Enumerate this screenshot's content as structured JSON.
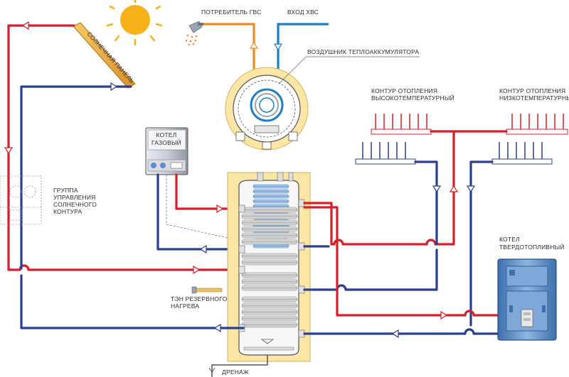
{
  "labels": {
    "hot_consumer": "ПОТРЕБИТЕЛЬ ГВС",
    "cold_inlet": "ВХОД ХВС",
    "solar_panel": "СОЛНЕЧНАЯ ПАНЕЛЬ",
    "air_vent": "ВОЗДУШНИК ТЕПЛОАККУМУЛЯТОРА",
    "gas_boiler_1": "КОТЕЛ",
    "gas_boiler_2": "ГАЗОВЫЙ",
    "solar_group_1": "ГРУППА",
    "solar_group_2": "УПРАВЛЕНИЯ",
    "solar_group_3": "СОЛНЕЧНОГО",
    "solar_group_4": "КОНТУРА",
    "high_temp_1": "КОНТУР ОТОПЛЕНИЯ",
    "high_temp_2": "ВЫСОКОТЕМПЕРАТУРНЫЙ",
    "low_temp_1": "КОНТУР ОТОПЛЕНИЯ",
    "low_temp_2": "НИЗКОТЕМПЕРАТУРНЫЙ",
    "solid_boiler_1": "КОТЕЛ",
    "solid_boiler_2": "ТВЕРДОТОПЛИВНЫЙ",
    "heater_1": "ТЭН РЕЗЕРВНОГО",
    "heater_2": "НАГРЕВА",
    "drain": "ДРЕНАЖ"
  },
  "colors": {
    "hot_pipe": "#d61f26",
    "return_pipe": "#2b3f8f",
    "dhw_pipe": "#f08a24",
    "cold_pipe": "#1c7fc8",
    "insulation": "#fbe6a6",
    "sun": "#f7b21b",
    "boiler_panel": "#5b8fc9"
  }
}
